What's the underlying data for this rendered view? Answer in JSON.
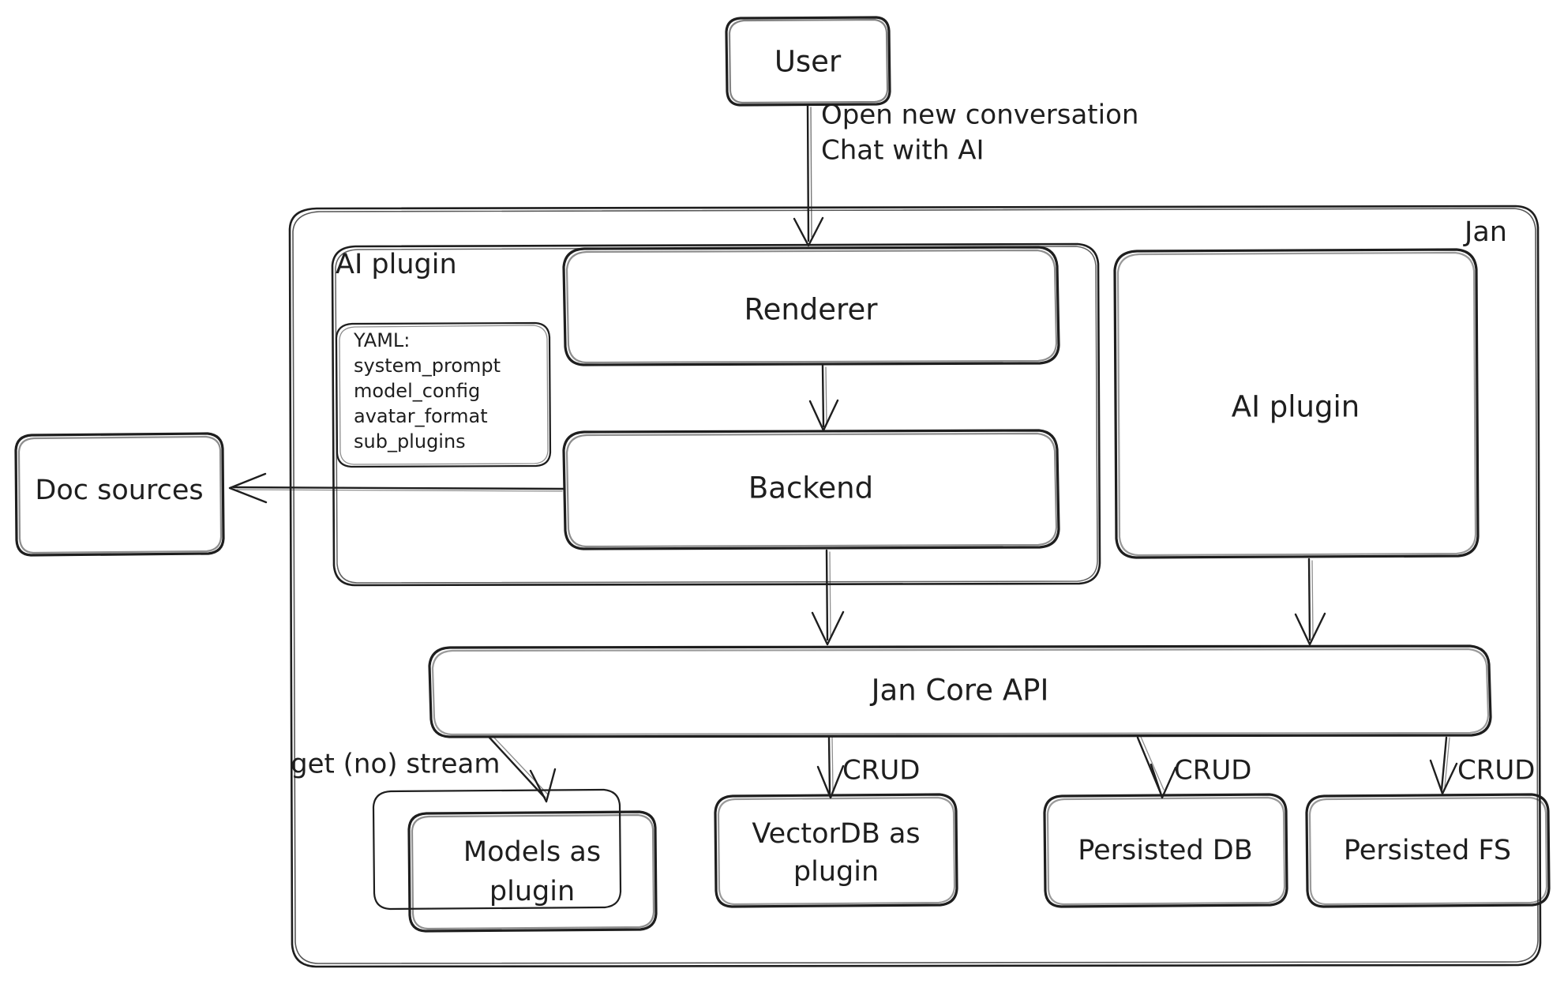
{
  "diagram": {
    "title": "Jan architecture diagram",
    "style": "hand-drawn sketch",
    "stroke_color": "#1e1e1e",
    "background_color": "#ffffff"
  },
  "nodes": {
    "user": {
      "label": "User"
    },
    "jan_container": {
      "label": "Jan"
    },
    "ai_plugin_container": {
      "label": "AI plugin"
    },
    "yaml_note": {
      "line1": "YAML:",
      "line2": "system_prompt",
      "line3": "model_config",
      "line4": "avatar_format",
      "line5": "sub_plugins"
    },
    "renderer": {
      "label": "Renderer"
    },
    "backend": {
      "label": "Backend"
    },
    "ai_plugin_right": {
      "label": "AI plugin"
    },
    "doc_sources": {
      "label": "Doc sources"
    },
    "jan_core_api": {
      "label": "Jan Core API"
    },
    "models_as_plugin": {
      "line1": "Models as",
      "line2": "plugin"
    },
    "vectordb_as_plugin": {
      "line1": "VectorDB as",
      "line2": "plugin"
    },
    "persisted_db": {
      "label": "Persisted DB"
    },
    "persisted_fs": {
      "label": "Persisted FS"
    }
  },
  "edges": {
    "user_to_renderer": {
      "line1": "Open new conversation",
      "line2": "Chat with AI"
    },
    "renderer_to_backend": {
      "label": ""
    },
    "backend_to_docsources": {
      "label": ""
    },
    "backend_to_core": {
      "label": ""
    },
    "aiplugin_to_core": {
      "label": ""
    },
    "core_to_models": {
      "label": "get (no) stream"
    },
    "core_to_vectordb": {
      "label": "CRUD"
    },
    "core_to_persisted_db": {
      "label": "CRUD"
    },
    "core_to_persisted_fs": {
      "label": "CRUD"
    }
  }
}
